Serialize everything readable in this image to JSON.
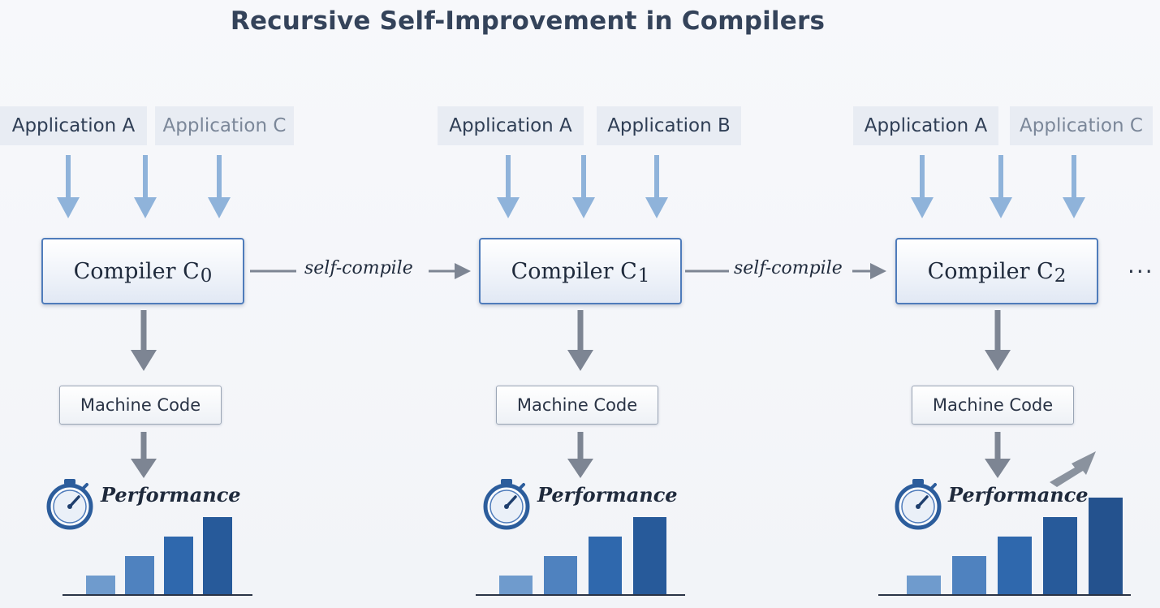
{
  "title": "Recursive Self-Improvement in Compilers",
  "stages": [
    {
      "apps": [
        {
          "label": "Application A",
          "style": "strong"
        },
        {
          "label": "Application C",
          "style": "faded"
        }
      ],
      "compiler": {
        "name": "Compiler C",
        "sub": "0"
      },
      "machine_code": "Machine Code",
      "performance": "Performance",
      "performance_bars": [
        1,
        2,
        3,
        4
      ]
    },
    {
      "apps": [
        {
          "label": "Application A",
          "style": "strong"
        },
        {
          "label": "Application B",
          "style": "strong"
        }
      ],
      "compiler": {
        "name": "Compiler C",
        "sub": "1"
      },
      "machine_code": "Machine Code",
      "performance": "Performance",
      "performance_bars": [
        1,
        2,
        3,
        4
      ]
    },
    {
      "apps": [
        {
          "label": "Application A",
          "style": "strong"
        },
        {
          "label": "Application C",
          "style": "faded"
        }
      ],
      "compiler": {
        "name": "Compiler C",
        "sub": "2"
      },
      "machine_code": "Machine Code",
      "performance": "Performance",
      "performance_bars": [
        1,
        2,
        3,
        4,
        5
      ]
    }
  ],
  "transitions": [
    {
      "label": "self-compile"
    },
    {
      "label": "self-compile"
    }
  ],
  "continuation": "...",
  "colors": {
    "input_arrow": "#8fb3da",
    "flow_arrow": "#7d8593",
    "bar_shades": [
      "#6f9bcd",
      "#4f82bf",
      "#2f68ad",
      "#275a9a",
      "#24528e"
    ]
  },
  "icons": {
    "timer": "stopwatch-icon",
    "trend": "trend-up-arrow-icon"
  }
}
